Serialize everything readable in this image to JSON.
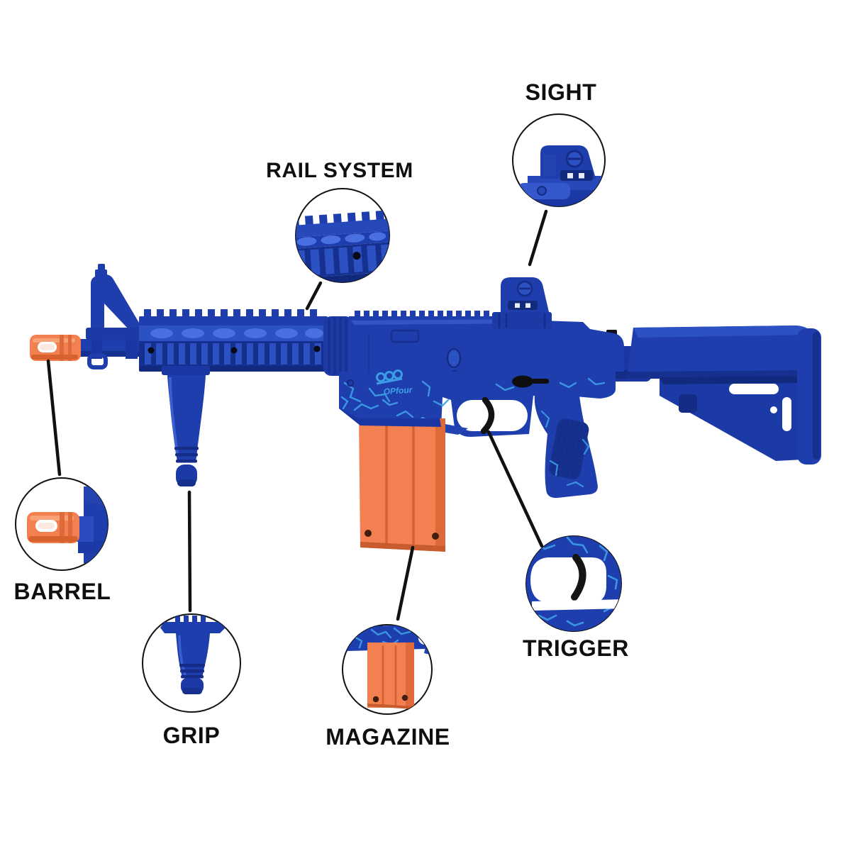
{
  "page": {
    "background_color": "#ffffff",
    "description": "Labeled parts diagram of a royal-blue dart blaster rifle with orange muzzle and magazine; six circular zoom callouts connected by black leader lines."
  },
  "diagram": {
    "subject": "Blue M4-style toy blaster with orange safety accents and light-blue crackle pattern",
    "receiver_logo": "OPfour",
    "colors": {
      "body_blue": "#1e3ead",
      "body_blue_dark": "#16308f",
      "body_blue_deep": "#122a7e",
      "body_blue_light": "#2c51c2",
      "body_blue_highlight": "#4a6fe0",
      "crackle_blue": "#3fa0e8",
      "accent_orange": "#f28050",
      "accent_orange_dark": "#dd6a38",
      "accent_orange_deep": "#c85c2e",
      "leader_line_black": "#111111",
      "label_black": "#0f0f0f",
      "callout_ring_black": "#111111",
      "callout_fill_white": "#ffffff"
    },
    "callouts": [
      {
        "id": "sight",
        "label": "SIGHT"
      },
      {
        "id": "rail-system",
        "label": "RAIL SYSTEM"
      },
      {
        "id": "barrel",
        "label": "BARREL"
      },
      {
        "id": "grip",
        "label": "GRIP"
      },
      {
        "id": "magazine",
        "label": "MAGAZINE"
      },
      {
        "id": "trigger",
        "label": "TRIGGER"
      }
    ]
  }
}
